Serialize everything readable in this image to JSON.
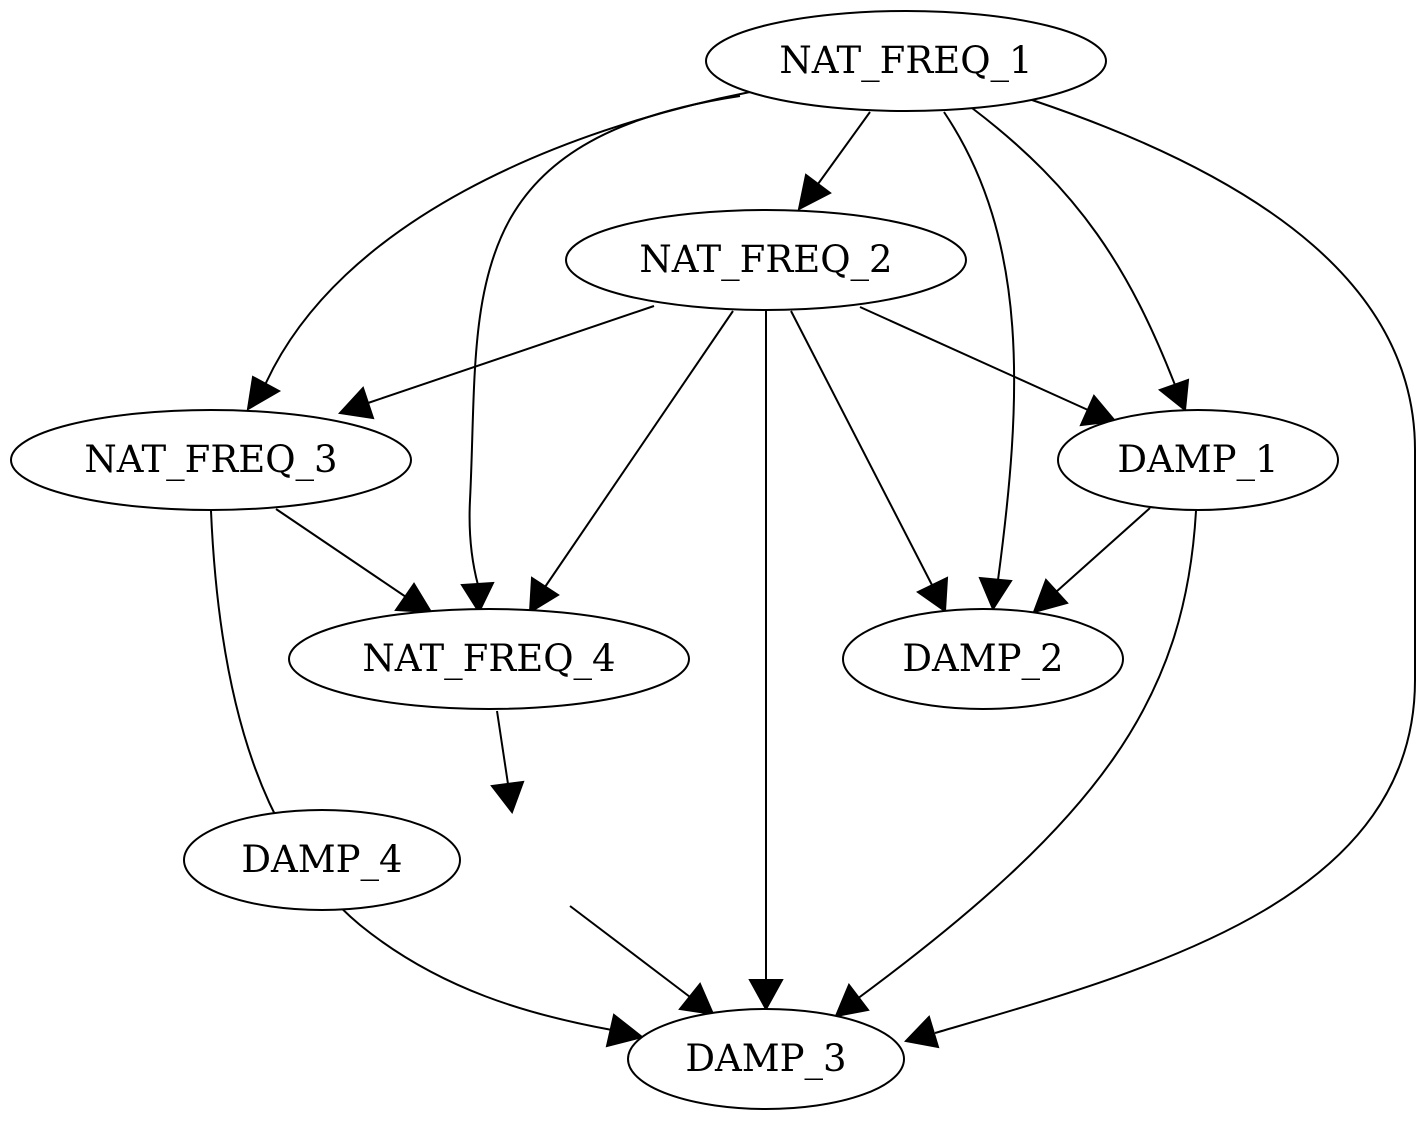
{
  "diagram": {
    "type": "directed-graph",
    "nodes": [
      {
        "id": "nf1",
        "label": "NAT_FREQ_1"
      },
      {
        "id": "nf2",
        "label": "NAT_FREQ_2"
      },
      {
        "id": "nf3",
        "label": "NAT_FREQ_3"
      },
      {
        "id": "d1",
        "label": "DAMP_1"
      },
      {
        "id": "nf4",
        "label": "NAT_FREQ_4"
      },
      {
        "id": "d2",
        "label": "DAMP_2"
      },
      {
        "id": "d4",
        "label": "DAMP_4"
      },
      {
        "id": "d3",
        "label": "DAMP_3"
      }
    ],
    "edges": [
      {
        "from": "nf1",
        "to": "nf2"
      },
      {
        "from": "nf1",
        "to": "nf3"
      },
      {
        "from": "nf1",
        "to": "nf4"
      },
      {
        "from": "nf1",
        "to": "d2"
      },
      {
        "from": "nf1",
        "to": "d1"
      },
      {
        "from": "nf1",
        "to": "d3"
      },
      {
        "from": "nf2",
        "to": "nf3"
      },
      {
        "from": "nf2",
        "to": "nf4"
      },
      {
        "from": "nf2",
        "to": "d3"
      },
      {
        "from": "nf2",
        "to": "d2"
      },
      {
        "from": "nf2",
        "to": "d1"
      },
      {
        "from": "nf3",
        "to": "nf4"
      },
      {
        "from": "nf3",
        "to": "d3"
      },
      {
        "from": "d1",
        "to": "d2"
      },
      {
        "from": "d1",
        "to": "d3"
      },
      {
        "from": "nf4",
        "to": "d4"
      },
      {
        "from": "d4",
        "to": "d3"
      }
    ]
  }
}
